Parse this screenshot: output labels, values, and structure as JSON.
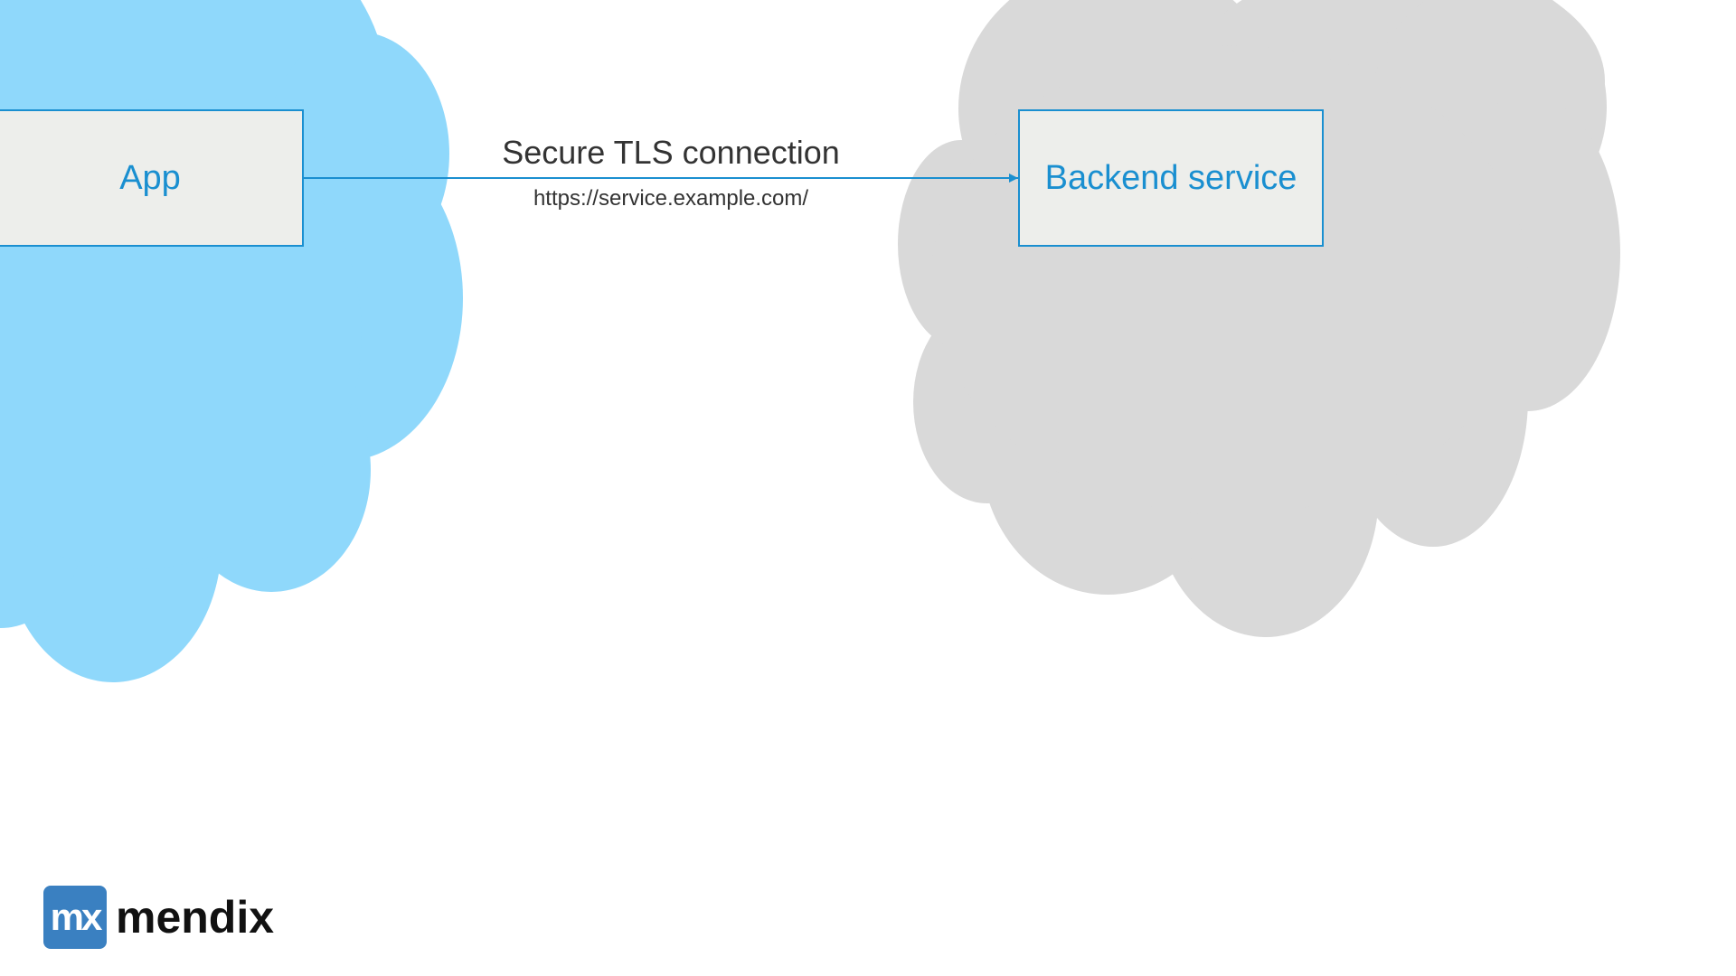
{
  "nodes": {
    "app": {
      "label": "App"
    },
    "backend": {
      "label": "Backend service"
    }
  },
  "connection": {
    "title": "Secure TLS connection",
    "url": "https://service.example.com/"
  },
  "logo": {
    "mark": "mx",
    "word": "mendix"
  },
  "colors": {
    "client_cloud": "#8fd8fb",
    "server_cloud": "#d9d9d9",
    "accent": "#1a8fd0",
    "box_fill": "#edeeeb",
    "text": "#333333",
    "logo_blue": "#3a80c1"
  },
  "icons": {
    "client_cloud": "cloud-shape",
    "server_cloud": "cloud-shape",
    "connector": "arrow-right"
  }
}
